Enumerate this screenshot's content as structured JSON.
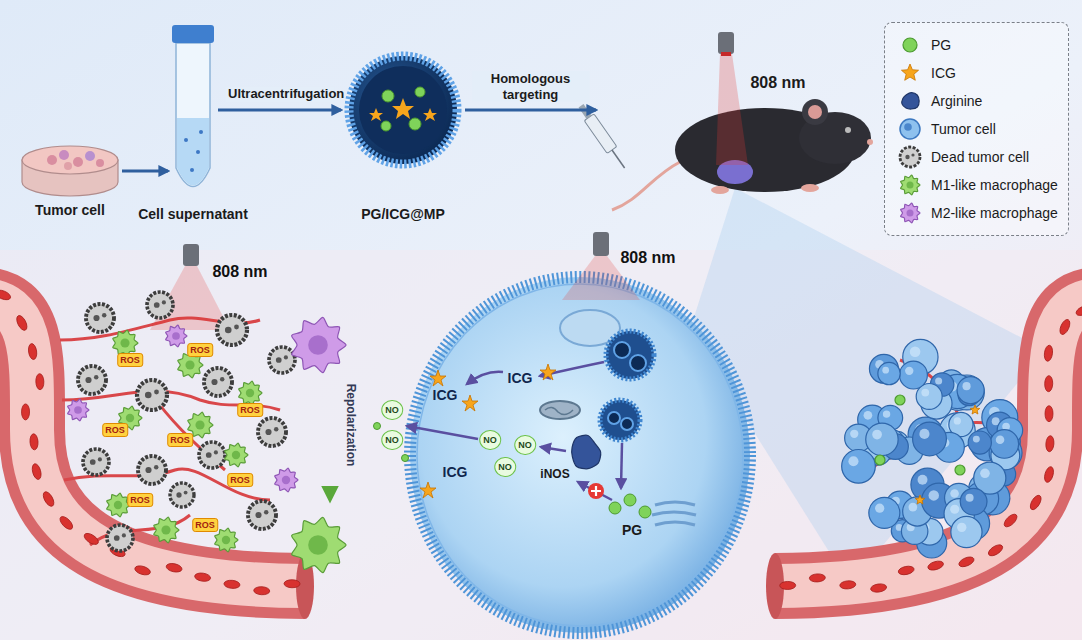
{
  "diagram": {
    "nodes": [
      {
        "text": [
          "Tumor cell"
        ]
      },
      {
        "text": [
          "Cell supernatant"
        ]
      },
      {
        "text": [
          "PG/ICG@MP"
        ]
      },
      {
        "text": [
          "808 nm"
        ]
      }
    ],
    "edges": [
      {
        "from": 0,
        "to": 1,
        "arrow": "to"
      },
      {
        "from": 1,
        "to": 2,
        "arrow": "to",
        "label": "Ultracentrifugation"
      },
      {
        "from": 2,
        "to": 3,
        "arrow": "to",
        "label": "Homologous targeting"
      }
    ],
    "labels": [
      "808 nm",
      "808 nm",
      "ROS",
      "ROS",
      "ROS",
      "ROS",
      "ROS",
      "ROS",
      "ROS",
      "ROS",
      "Repolarization",
      "NO",
      "NO",
      "ICG",
      "ICG",
      "ICG",
      "NO",
      "NO",
      "NO",
      "iNOS",
      "PG"
    ],
    "legend": [
      {
        "text": "PG"
      },
      {
        "text": "ICG"
      },
      {
        "text": "Arginine"
      },
      {
        "text": "Tumor cell"
      },
      {
        "text": "Dead tumor cell"
      },
      {
        "text": "M1-like macrophage"
      },
      {
        "text": "M2-like macrophage"
      }
    ]
  }
}
